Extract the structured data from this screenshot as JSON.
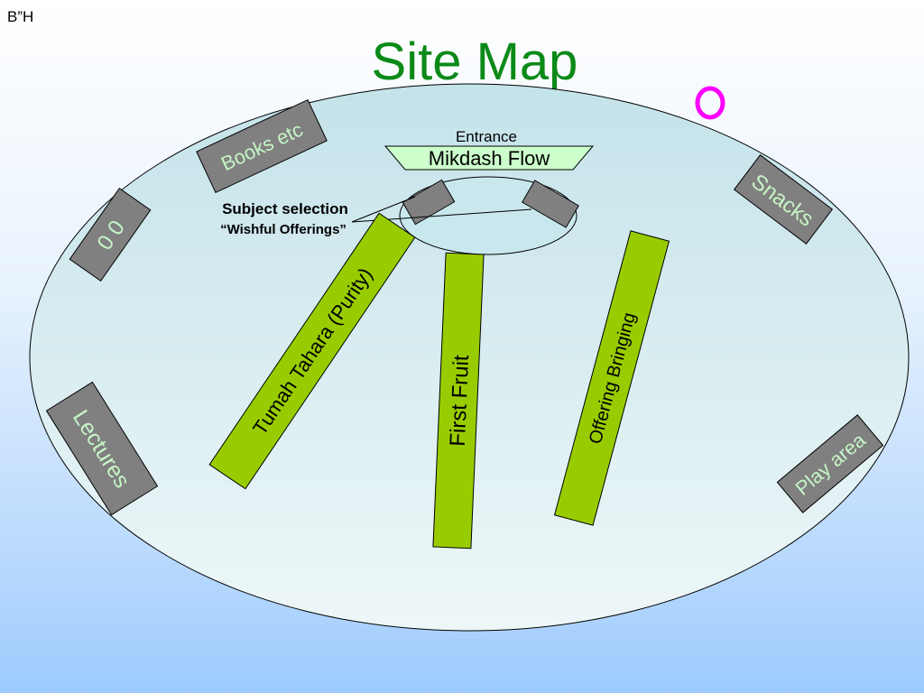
{
  "corner_mark": "B”H",
  "title": "Site Map",
  "entrance_label": "Entrance",
  "entrance_banner": "Mikdash Flow",
  "subject_selection": {
    "title": "Subject selection",
    "subtitle": "“Wishful Offerings”"
  },
  "perimeter_booths": {
    "books": "Books etc",
    "snacks": "Snacks",
    "zero": "0 0",
    "lectures": "Lectures",
    "play": "Play area"
  },
  "paths": {
    "purity": "Tumah Tahara (Purity)",
    "first_fruit": "First Fruit",
    "offering": "Offering Bringing"
  },
  "colors": {
    "title": "#0b8a18",
    "ellipse_fill": "#d3ecf0",
    "booth": "#808080",
    "booth_text": "#c6f5c6",
    "path": "#99cc00",
    "banner": "#ccffcc",
    "marker": "#ff00ff"
  }
}
